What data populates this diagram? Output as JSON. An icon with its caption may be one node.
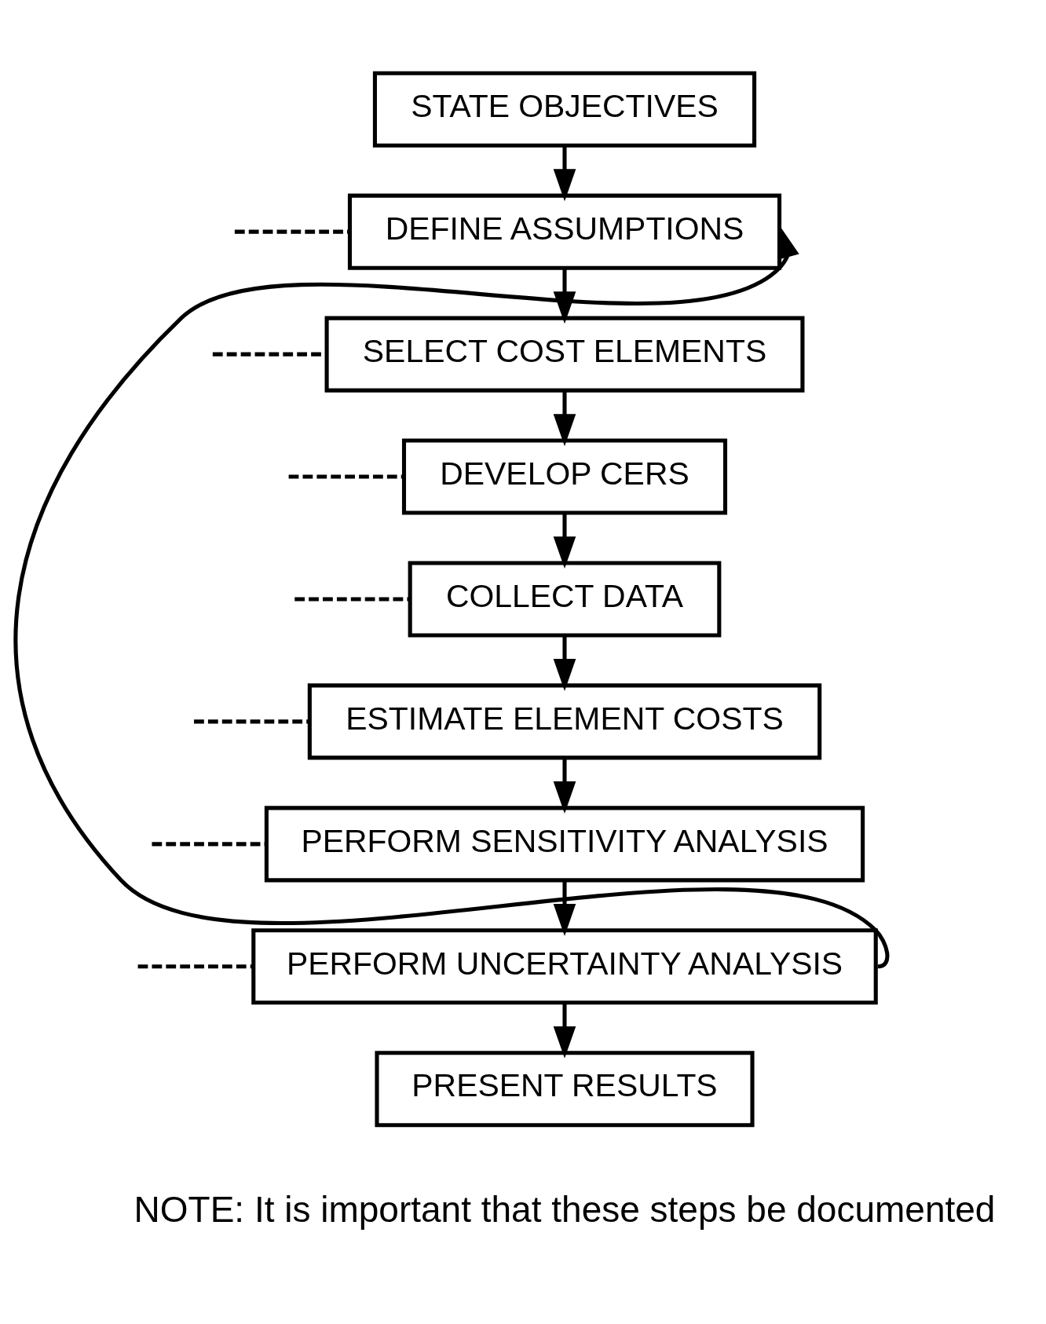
{
  "diagram": {
    "nodes": [
      {
        "text": [
          "STATE OBJECTIVES"
        ]
      },
      {
        "text": [
          "DEFINE ASSUMPTIONS"
        ]
      },
      {
        "text": [
          "SELECT COST ELEMENTS"
        ]
      },
      {
        "text": [
          "DEVELOP CERS"
        ]
      },
      {
        "text": [
          "COLLECT DATA"
        ]
      },
      {
        "text": [
          "ESTIMATE ELEMENT COSTS"
        ]
      },
      {
        "text": [
          "PERFORM SENSITIVITY ANALYSIS"
        ]
      },
      {
        "text": [
          "PERFORM UNCERTAINTY ANALYSIS"
        ]
      },
      {
        "text": [
          "PRESENT RESULTS"
        ]
      }
    ],
    "edges": [
      {
        "from": 0,
        "to": 1,
        "arrow": "to"
      },
      {
        "from": 1,
        "to": 2,
        "arrow": "to"
      },
      {
        "from": 2,
        "to": 3,
        "arrow": "to"
      },
      {
        "from": 3,
        "to": 4,
        "arrow": "to"
      },
      {
        "from": 4,
        "to": 5,
        "arrow": "to"
      },
      {
        "from": 5,
        "to": 6,
        "arrow": "to"
      },
      {
        "from": 6,
        "to": 7,
        "arrow": "to"
      },
      {
        "from": 7,
        "to": 8,
        "arrow": "to"
      },
      {
        "from": 7,
        "to": 1,
        "arrow": "to"
      },
      {
        "from": null,
        "to": 1,
        "arrow": "none",
        "style": "dashed"
      },
      {
        "from": null,
        "to": 2,
        "arrow": "none",
        "style": "dashed"
      },
      {
        "from": null,
        "to": 3,
        "arrow": "none",
        "style": "dashed"
      },
      {
        "from": null,
        "to": 4,
        "arrow": "none",
        "style": "dashed"
      },
      {
        "from": null,
        "to": 5,
        "arrow": "none",
        "style": "dashed"
      },
      {
        "from": null,
        "to": 6,
        "arrow": "none",
        "style": "dashed"
      },
      {
        "from": null,
        "to": 7,
        "arrow": "none",
        "style": "dashed"
      }
    ],
    "labels": [
      "NOTE: It is important that these steps be documented"
    ]
  }
}
